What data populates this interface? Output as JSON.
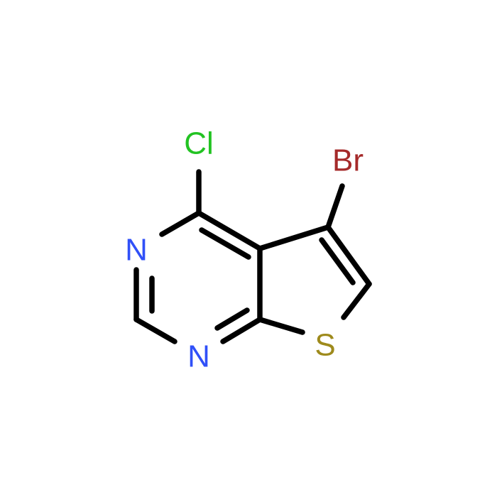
{
  "molecule": {
    "atoms": {
      "cl": {
        "symbol": "Cl",
        "color": "#22c322"
      },
      "br": {
        "symbol": "Br",
        "color": "#a52a2a"
      },
      "n_top": {
        "symbol": "N",
        "color": "#3050f8"
      },
      "n_bottom": {
        "symbol": "N",
        "color": "#3050f8"
      },
      "s": {
        "symbol": "S",
        "color": "#9e8a1c"
      }
    },
    "bond_color": "#000000",
    "background": "#ffffff"
  }
}
